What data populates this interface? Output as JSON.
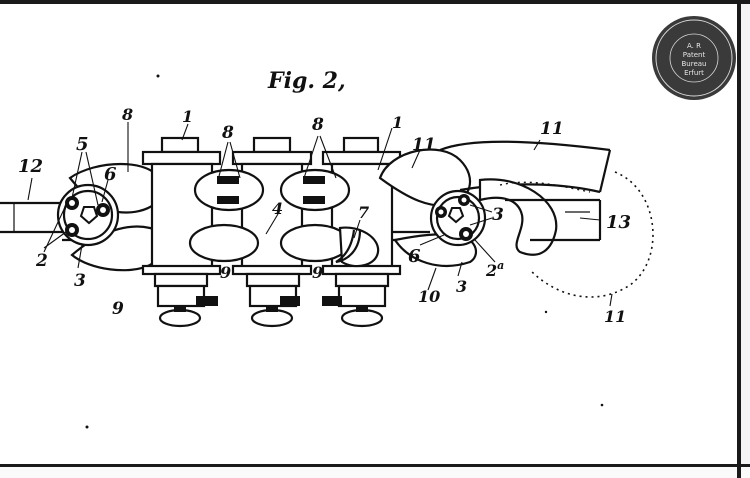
{
  "figure": {
    "title": "Fig. 2,",
    "labels": {
      "l12": "12",
      "l5": "5",
      "l6a": "6",
      "l2": "2",
      "l3a": "3",
      "l9a": "9",
      "l8a": "8",
      "l1a": "1",
      "l8b": "8",
      "l8c": "8",
      "l1b": "1",
      "l4": "4",
      "l9b": "9",
      "l9c": "9",
      "l7": "7",
      "l11a": "11",
      "l11b": "11",
      "l11c": "11",
      "l3b": "3",
      "l13": "13",
      "l6b": "6",
      "l2a": "2",
      "l2a_sup": "a",
      "l3c": "3",
      "l10": "10"
    }
  },
  "stamp": {
    "lines": [
      "A. R",
      "Patent",
      "Bureau",
      "Erfurt"
    ]
  }
}
